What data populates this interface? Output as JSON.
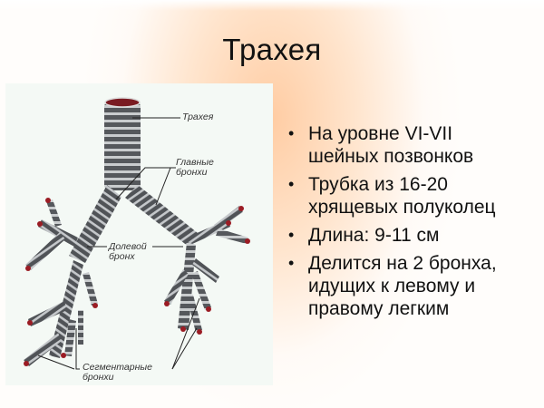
{
  "slide": {
    "title": "Трахея",
    "background_accent": "#ffc496"
  },
  "figure": {
    "labels": {
      "trachea": "Трахея",
      "main_bronchi_line1": "Главные",
      "main_bronchi_line2": "бронхи",
      "lobar_bronchus_line1": "Долевой",
      "lobar_bronchus_line2": "бронх",
      "segmental_bronchi_line1": "Сегментарные",
      "segmental_bronchi_line2": "бронхи"
    }
  },
  "bullets": [
    {
      "line1": "На уровне VI-VII",
      "line2": "шейных позвонков"
    },
    {
      "line1": "Трубка из 16-20",
      "line2": "хрящевых полуколец"
    },
    {
      "line1": "Длина: 9-11 см",
      "line2": ""
    },
    {
      "line1": "Делится на 2 бронха,",
      "line2": "идущих к левому и",
      "line3": "правому легким"
    }
  ],
  "bullet_glyph": "•"
}
